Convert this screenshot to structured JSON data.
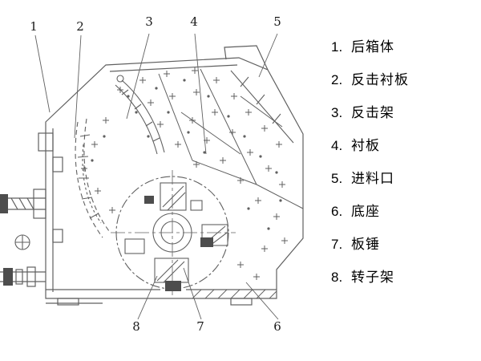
{
  "callouts": {
    "top": [
      "1",
      "2",
      "3",
      "4",
      "5"
    ],
    "bottom": [
      "8",
      "7",
      "6"
    ]
  },
  "legend": {
    "items": [
      {
        "num": "1.",
        "label": "后箱体"
      },
      {
        "num": "2.",
        "label": "反击衬板"
      },
      {
        "num": "3.",
        "label": "反击架"
      },
      {
        "num": "4.",
        "label": "衬板"
      },
      {
        "num": "5.",
        "label": "进料口"
      },
      {
        "num": "6.",
        "label": "底座"
      },
      {
        "num": "7.",
        "label": "板锤"
      },
      {
        "num": "8.",
        "label": "转子架"
      }
    ]
  },
  "colors": {
    "line": "#606060",
    "text": "#000000",
    "background": "#ffffff"
  }
}
